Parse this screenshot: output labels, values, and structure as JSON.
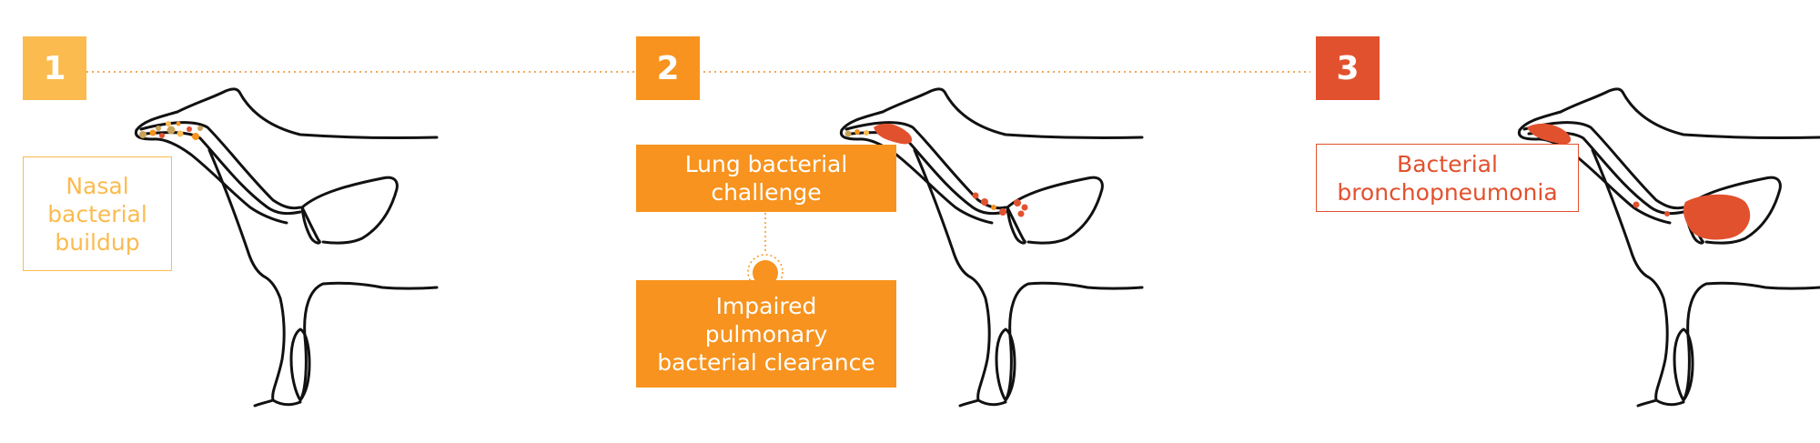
{
  "colors": {
    "step1": "#fbbb4f",
    "step2": "#f7931e",
    "step3": "#e2512e",
    "outline": "#111111",
    "connector": "#f4a85a",
    "dot_tan": "#c9a35a",
    "dot_orange": "#f7931e",
    "dot_red": "#e2512e"
  },
  "steps": [
    {
      "number": "1",
      "label": "Nasal\nbacterial\nbuildup"
    },
    {
      "number": "2",
      "label_top": "Lung bacterial\nchallenge",
      "label_bottom": "Impaired\npulmonary\nbacterial clearance"
    },
    {
      "number": "3",
      "label": "Bacterial\nbronchopneumonia"
    }
  ]
}
